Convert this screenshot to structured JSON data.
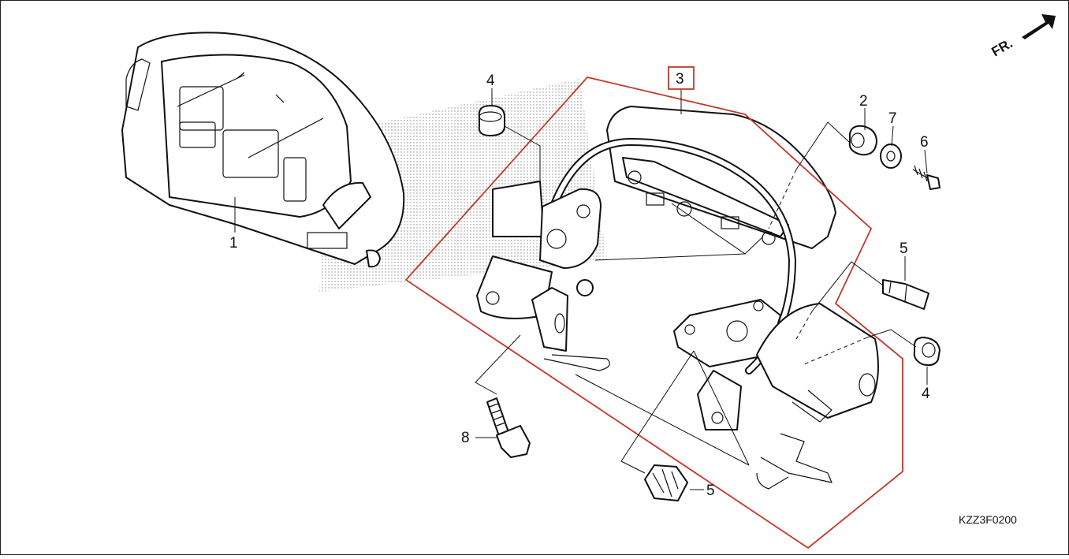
{
  "diagram": {
    "direction_label": "FR.",
    "diagram_code": "KZZ3F0200",
    "callouts": {
      "meter": "1",
      "rubber_mount_right": "2",
      "stay_assembly": "3",
      "rubber_mount_top": "4",
      "rubber_mount_bottom": "4",
      "clip_right": "5",
      "clip_bottom": "5",
      "screw": "6",
      "collar": "7",
      "bolt": "8"
    }
  }
}
